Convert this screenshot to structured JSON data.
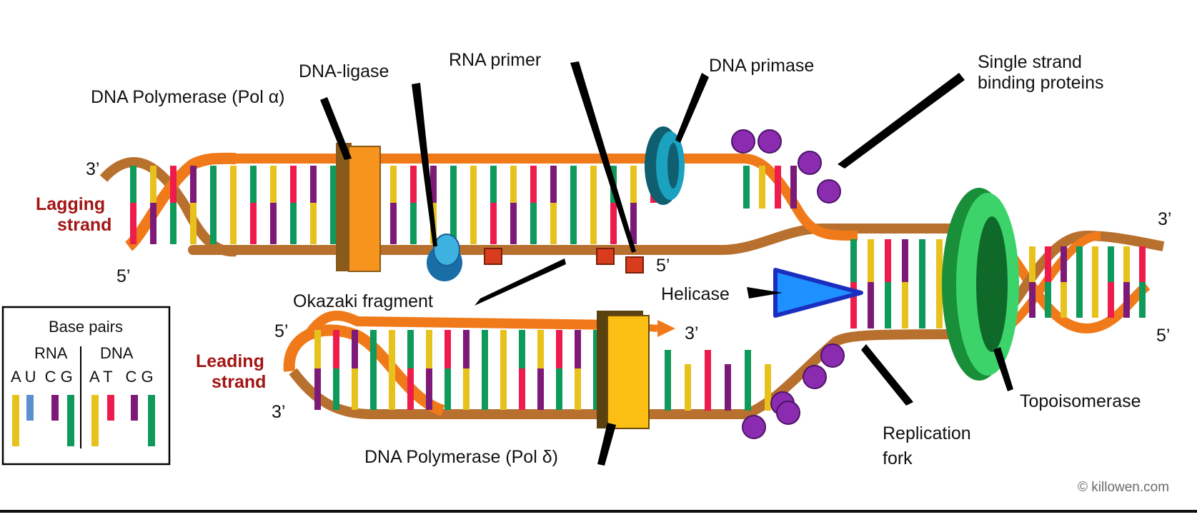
{
  "labels": {
    "dna_polymerase_alpha": "DNA Polymerase (Pol α)",
    "dna_ligase": "DNA-ligase",
    "rna_primer": "RNA primer",
    "dna_primase": "DNA primase",
    "ssb_line1": "Single strand",
    "ssb_line2": "binding proteins",
    "okazaki": "Okazaki fragment",
    "helicase": "Helicase",
    "dna_polymerase_delta": "DNA Polymerase (Pol δ)",
    "replication_fork_line1": "Replication",
    "replication_fork_line2": "fork",
    "topoisomerase": "Topoisomerase"
  },
  "strands": {
    "lagging_line1": "Lagging",
    "lagging_line2": "strand",
    "leading_line1": "Leading",
    "leading_line2": "strand"
  },
  "ends": {
    "lag_top_left": "3’",
    "lag_bottom_left": "5’",
    "primer_5": "5’",
    "right_top": "3’",
    "right_bottom": "5’",
    "lead_top_left": "5’",
    "lead_arrow_3": "3’",
    "lead_bottom_left": "3’"
  },
  "legend": {
    "title": "Base pairs",
    "rna_header": "RNA",
    "dna_header": "DNA",
    "rna_bases": "A U  C G",
    "dna_bases": "A T   C G"
  },
  "credit": "© killowen.com",
  "colors": {
    "backbone_orange": "#f07a1a",
    "backbone_brown": "#b8702e",
    "base_green": "#0e9a5a",
    "base_yellow": "#e8c21c",
    "base_red": "#ee1c4c",
    "base_purple": "#7d1a78",
    "base_blue": "#5b8fd0",
    "polymerase_orange": "#f7941d",
    "polymerase_gold": "#fbbf14",
    "primase_teal": "#1aa2c0",
    "ssb_purple": "#8a2bb0",
    "helicase_blue": "#1e90ff",
    "topoisomerase_green": "#22b24a",
    "primer_red": "#d73c1c",
    "strand_label_red": "#a31515"
  }
}
